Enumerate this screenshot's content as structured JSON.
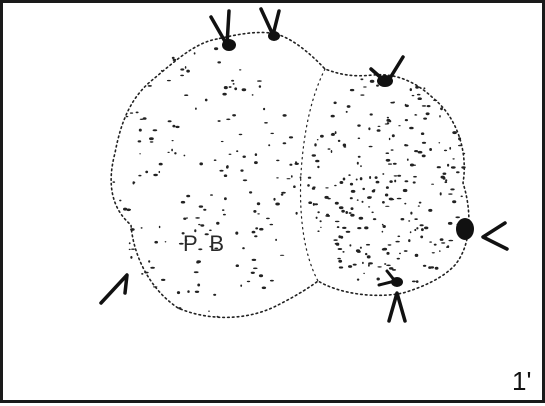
{
  "figure": {
    "panel_label": "1'",
    "region_label": "P B"
  },
  "colors": {
    "background": "#ffffff",
    "border": "#1a1a1a",
    "granules": "#222222"
  },
  "arrows": {
    "count": 7
  }
}
